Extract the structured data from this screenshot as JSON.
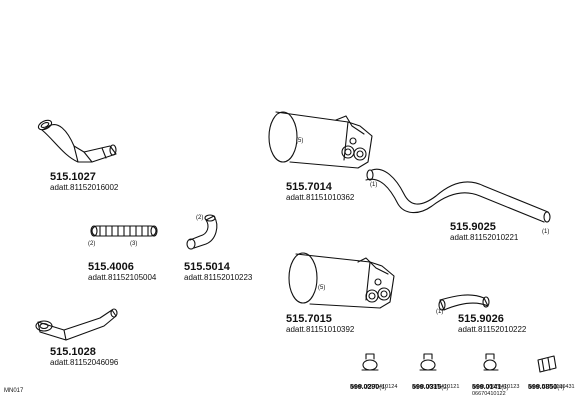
{
  "parts": [
    {
      "code": "515.1027",
      "sub": "adatt.81152016002"
    },
    {
      "code": "515.7014",
      "sub": "adatt.81151010362"
    },
    {
      "code": "515.9025",
      "sub": "adatt.81152010221"
    },
    {
      "code": "515.4006",
      "sub": "adatt.81152105004"
    },
    {
      "code": "515.5014",
      "sub": "adatt.81152010223"
    },
    {
      "code": "515.7015",
      "sub": "adatt.81151010392"
    },
    {
      "code": "515.9026",
      "sub": "adatt.81152010222"
    },
    {
      "code": "515.1028",
      "sub": "adatt.81152046096"
    }
  ],
  "clamps": [
    {
      "code": "599.0290",
      "qty": "(1)",
      "sub": "adatt.06670410124"
    },
    {
      "code": "599.0315",
      "qty": "(2)",
      "sub": "adatt.06670410121"
    },
    {
      "code": "599.0141",
      "qty": "(3)",
      "sub": "adatt.06670410123",
      "sub2": "06670410122"
    },
    {
      "code": "599.0850",
      "qty": "(4)",
      "sub": "adatt.81151100431"
    }
  ],
  "callouts": {
    "muffler_top": "(5)",
    "muffler_bottom": "(5)",
    "pipe_left": "(1)",
    "pipe_right": "(1)",
    "flex_left": "(2)",
    "flex_right": "(3)",
    "elbow_small": "(2)",
    "hose_right": "(1)"
  },
  "ref_code": "MN017"
}
